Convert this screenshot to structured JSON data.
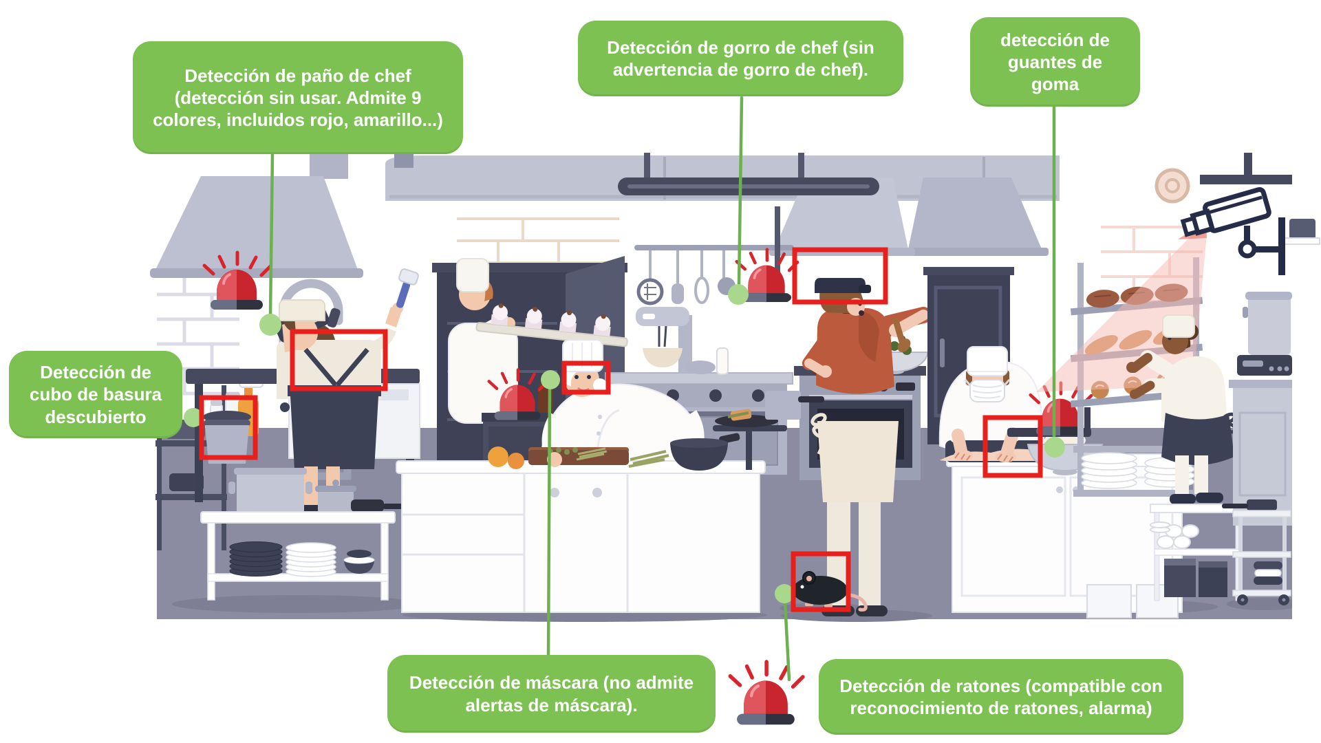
{
  "callouts": {
    "pano": {
      "text": "Detección de paño de chef (detección sin usar. Admite 9 colores, incluidos rojo, amarillo...)"
    },
    "gorro": {
      "text": "Detección de gorro de chef (sin advertencia de gorro de chef)."
    },
    "guantes": {
      "text": "detección de guantes de goma"
    },
    "cubo": {
      "text": "Detección de cubo de basura descubierto"
    },
    "mascara": {
      "text": "Detección de máscara (no admite alertas de máscara)."
    },
    "ratones": {
      "text": "Detección de ratones (compatible con reconocimiento de ratones, alarma)"
    }
  },
  "colors": {
    "callout_bg": "#7cc152",
    "callout_text": "#ffffff",
    "connector_line": "#6db04f",
    "marker_dot": "#a9d78c",
    "detection_box": "#e8201d",
    "siren_red": "#c9252e",
    "camera_beam": "#f6b9b2",
    "floor": "#8b8ba1"
  },
  "icons": {
    "siren": "alarm-siren-icon",
    "camera": "cctv-camera-icon",
    "rat": "rat-icon",
    "marker": "detection-marker-dot"
  }
}
